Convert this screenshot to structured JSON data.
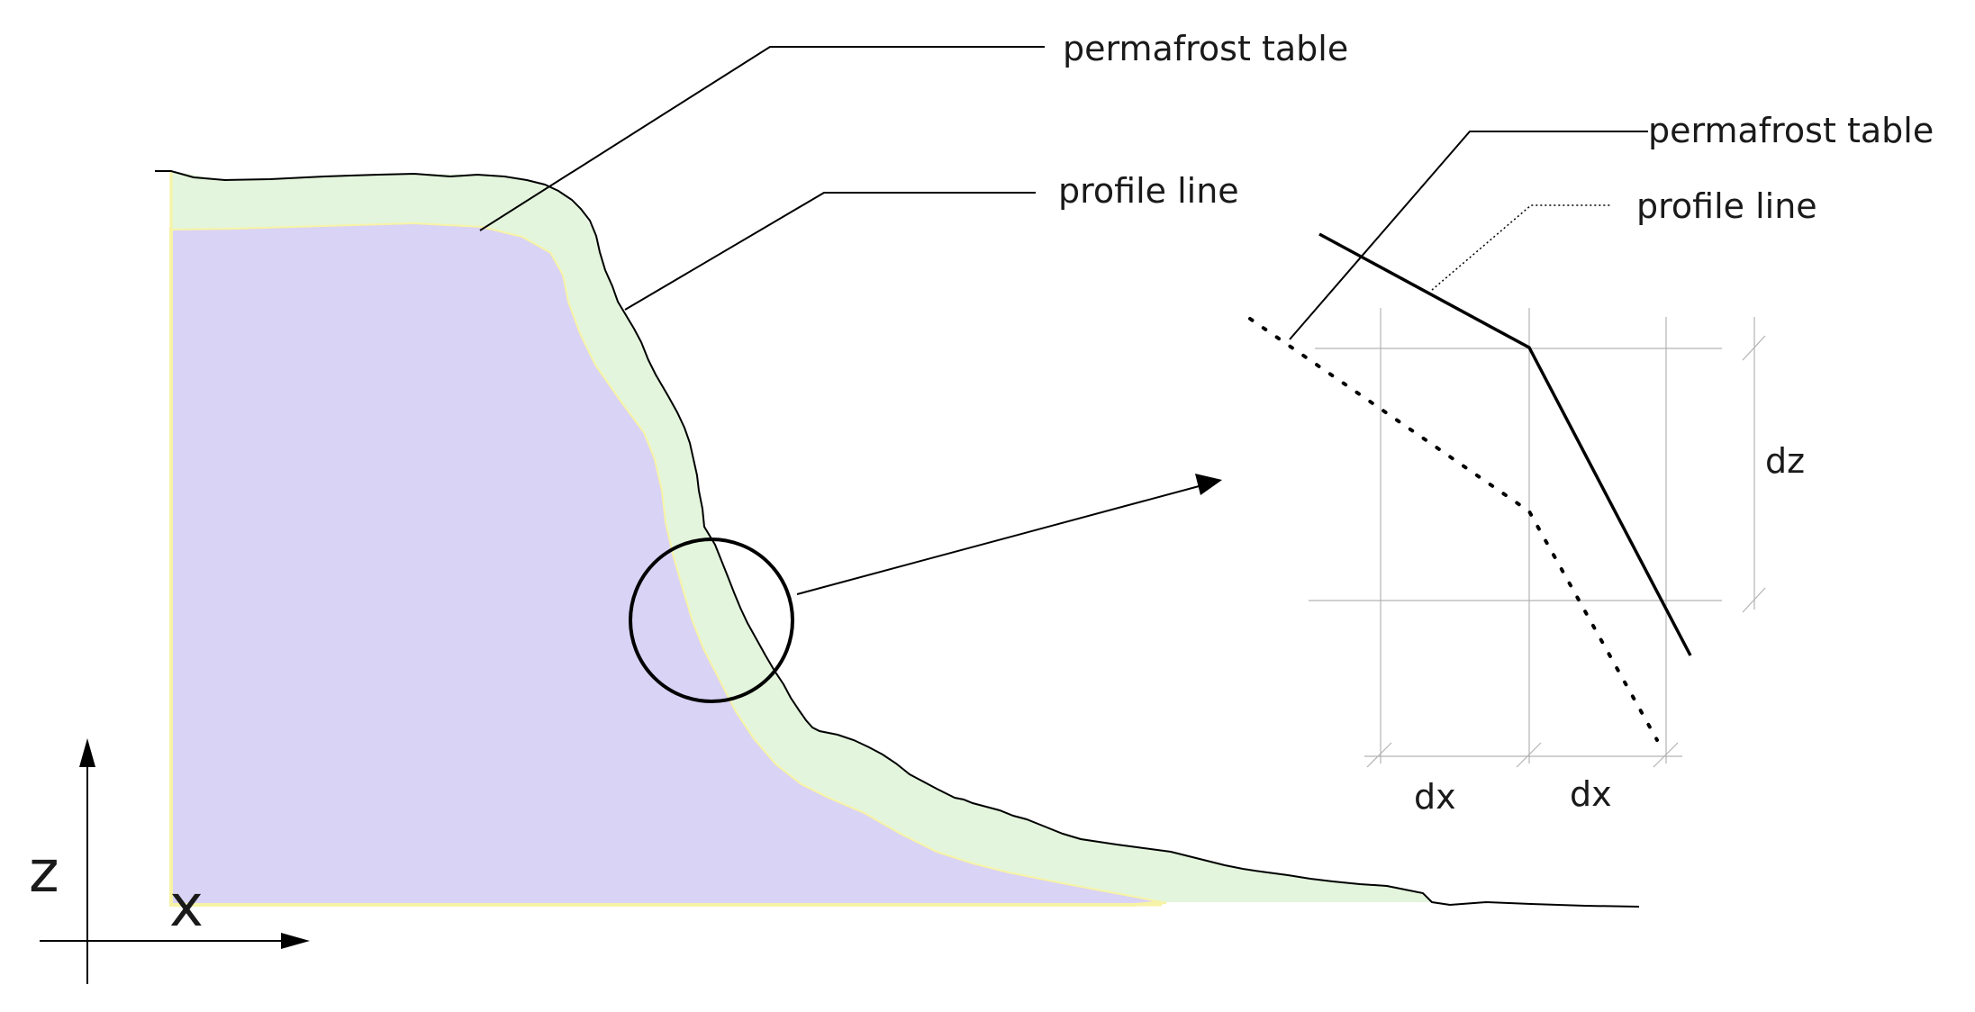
{
  "labels": {
    "main_permafrost_table": "permafrost table",
    "main_profile_line": "profile line",
    "inset_permafrost_table": "permafrost table",
    "inset_profile_line": "profile line",
    "dz": "dz",
    "dx_left": "dx",
    "dx_right": "dx",
    "axis_z": "z",
    "axis_x": "x"
  },
  "colors": {
    "frozen_fill": "#d9d3f5",
    "active_layer_fill": "#e3f5dc",
    "table_edge": "#f7f3a6",
    "line": "#000000",
    "grid": "#b3b3b3"
  }
}
